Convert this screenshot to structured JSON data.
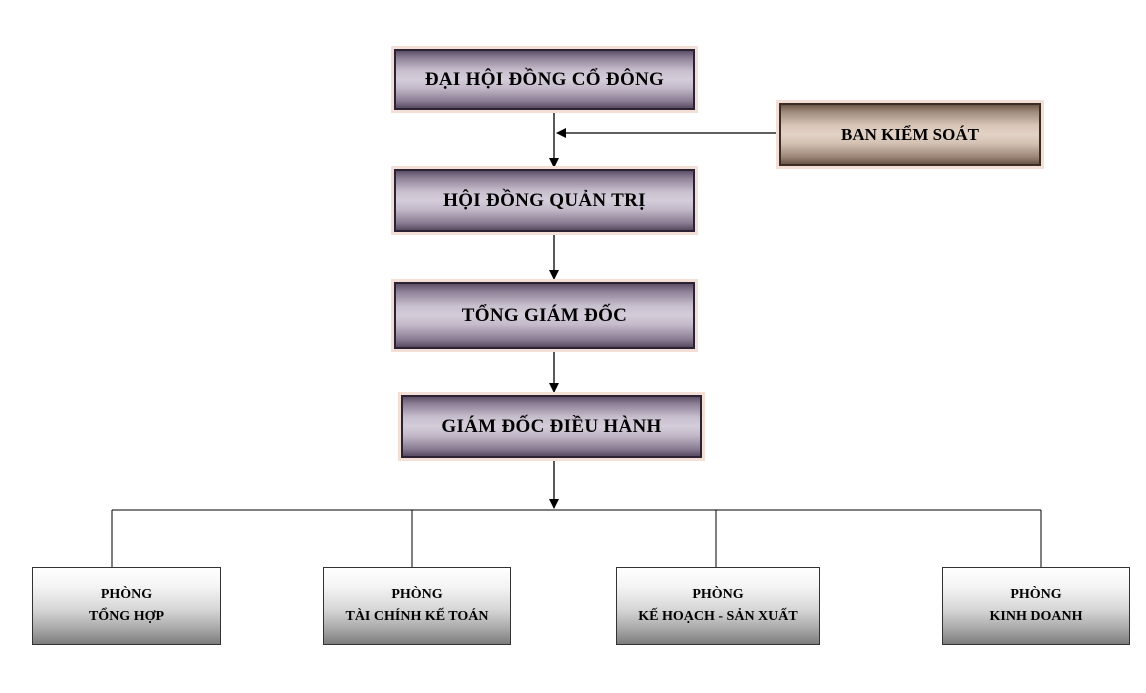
{
  "diagram": {
    "nodes": {
      "shareholders": "ĐẠI HỘI ĐỒNG CỔ ĐÔNG",
      "supervisory": "BAN KIỂM SOÁT",
      "board": "HỘI ĐỒNG QUẢN TRỊ",
      "ceo": "TỔNG GIÁM ĐỐC",
      "executive": "GIÁM ĐỐC ĐIỀU HÀNH"
    },
    "departments": [
      {
        "line1": "PHÒNG",
        "line2": "TỔNG HỢP"
      },
      {
        "line1": "PHÒNG",
        "line2": "TÀI CHÍNH KẾ TOÁN"
      },
      {
        "line1": "PHÒNG",
        "line2": "KẾ HOẠCH - SẢN XUẤT"
      },
      {
        "line1": "PHÒNG",
        "line2": "KINH DOANH"
      }
    ],
    "colors": {
      "main_box": "#c9c0cf",
      "supervisory_box": "#d8c6b8",
      "department_box": "#d6d6d6",
      "halo": "#f3dfd6",
      "line": "#000000"
    }
  }
}
